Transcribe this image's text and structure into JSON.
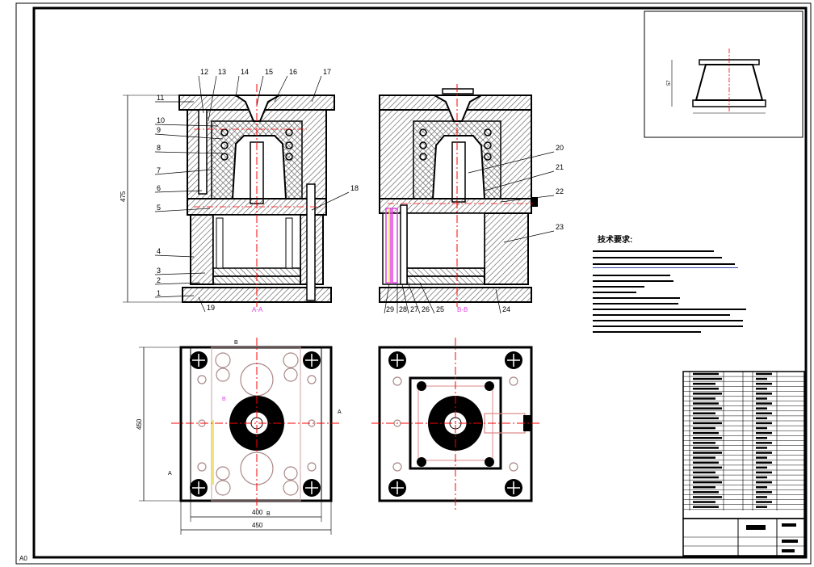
{
  "sheet": {
    "corner_label": "A0",
    "tech_requirements_title": "技术要求:",
    "colors": {
      "line": "#000000",
      "center_line": "#ff0000",
      "magenta": "#e040e0",
      "yellow": "#f2e600",
      "hatch": "#555555",
      "tech_requirements_box": "#3344aa"
    }
  },
  "section_views": {
    "left_label": "A-A",
    "right_label": "B-B",
    "left_callouts": [
      "1",
      "2",
      "3",
      "4",
      "5",
      "6",
      "7",
      "8",
      "9",
      "10",
      "11",
      "12",
      "13",
      "14",
      "15",
      "16",
      "17",
      "18",
      "19"
    ],
    "right_callouts": [
      "20",
      "21",
      "22",
      "23",
      "24",
      "25",
      "26",
      "27",
      "28",
      "29"
    ]
  },
  "dimensions": {
    "overall_height": "475",
    "plan_height": "450",
    "inner_width": "400",
    "outer_width": "450"
  },
  "plan_views": {
    "section_markers": [
      "B",
      "B",
      "A",
      "A",
      "B"
    ]
  },
  "part_thumbnail": {
    "side_dim": "57"
  }
}
